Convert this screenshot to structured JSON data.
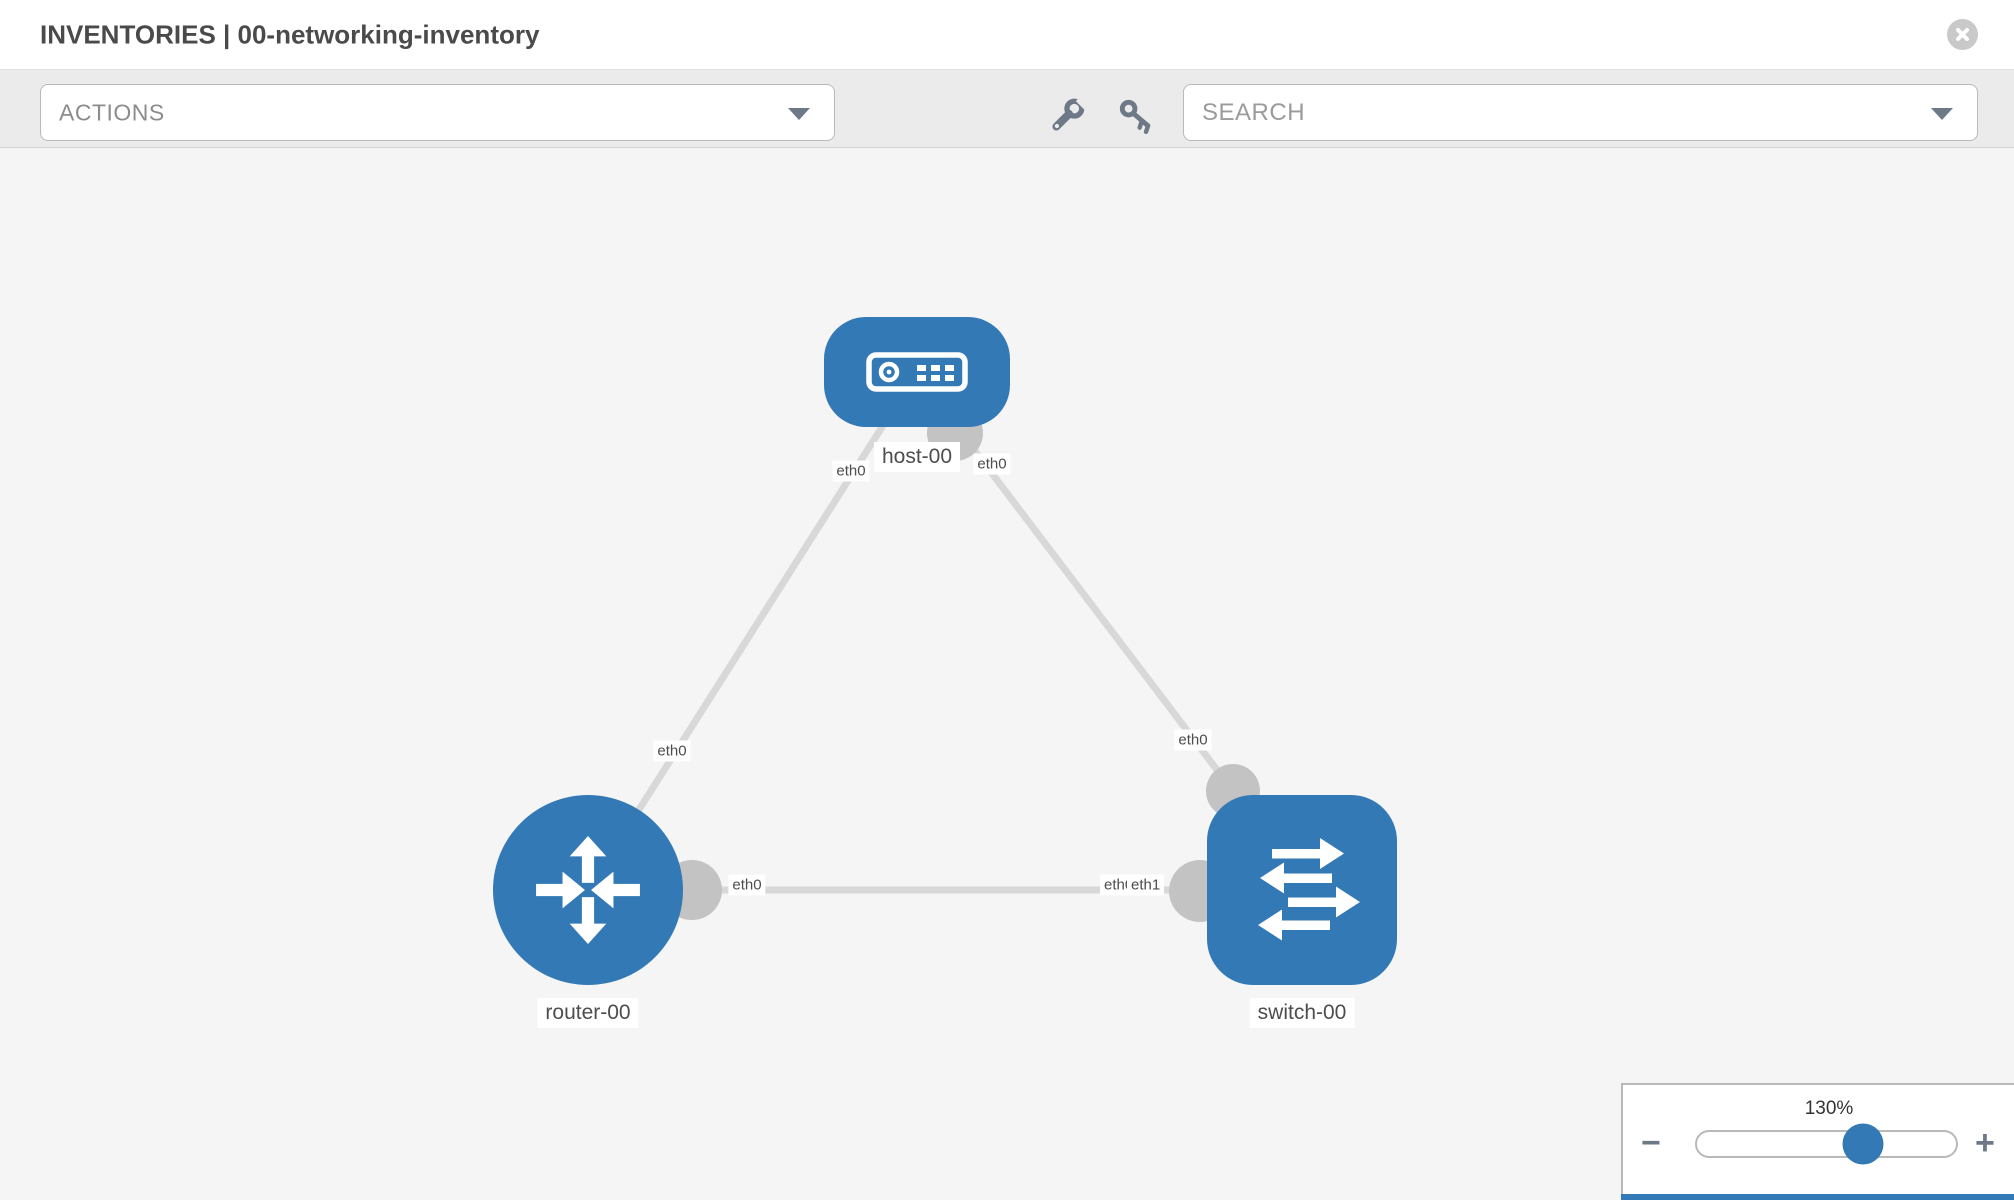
{
  "header": {
    "title": "INVENTORIES | 00-networking-inventory"
  },
  "toolbar": {
    "actions_label": "ACTIONS",
    "search_placeholder": "SEARCH",
    "wrench_icon": "wrench",
    "key_icon": "key"
  },
  "topology": {
    "nodes": [
      {
        "id": "host-00",
        "type": "host",
        "label": "host-00"
      },
      {
        "id": "router-00",
        "type": "router",
        "label": "router-00"
      },
      {
        "id": "switch-00",
        "type": "switch",
        "label": "switch-00"
      }
    ],
    "links": [
      {
        "from": "host-00",
        "from_if": "eth0",
        "to": "router-00",
        "to_if": "eth0"
      },
      {
        "from": "host-00",
        "from_if": "eth0",
        "to": "switch-00",
        "to_if": "eth0"
      },
      {
        "from": "router-00",
        "from_if": "eth0",
        "to": "switch-00",
        "to_if": "eth1"
      }
    ],
    "overlap_labels": {
      "back": "eth0",
      "front": "eth1"
    }
  },
  "zoom_widget": {
    "level": "130%",
    "minus_icon": "−",
    "plus_icon": "+"
  },
  "colors": {
    "node_blue": "#3379b5",
    "accent_blue": "#337ab7",
    "link_gray": "#d8d8d8",
    "port_gray": "#c3c3c3"
  }
}
